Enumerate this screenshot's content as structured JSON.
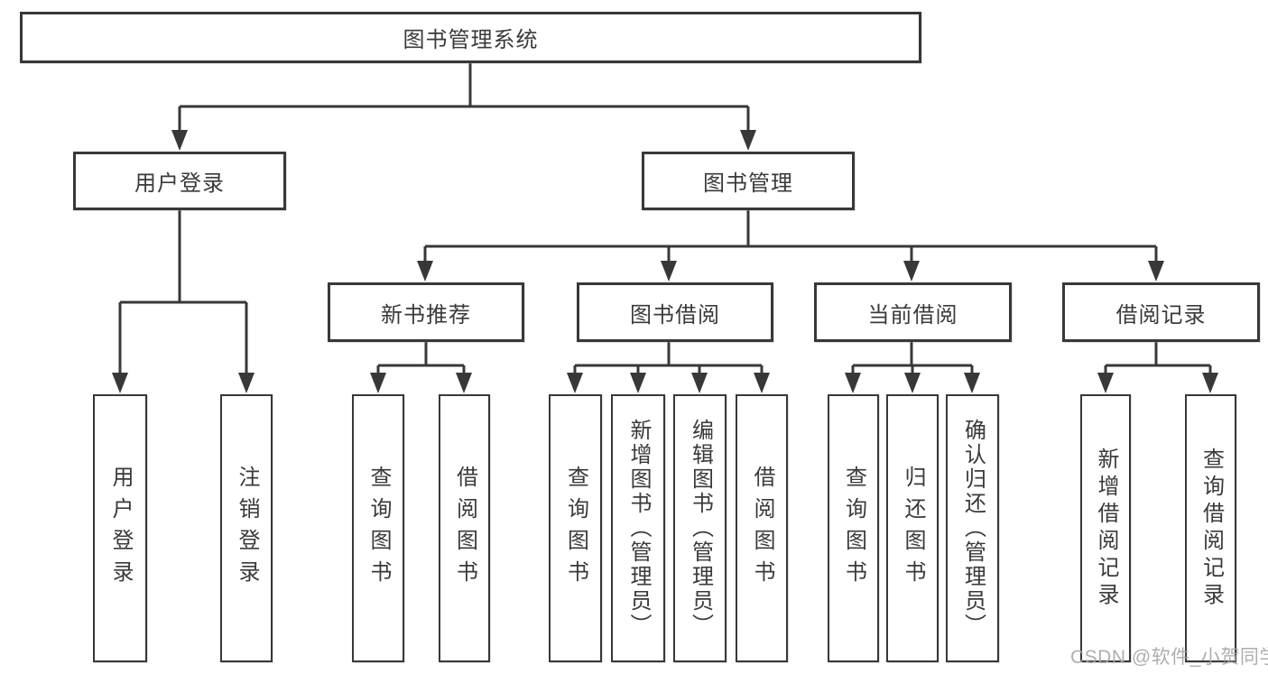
{
  "page": {
    "background": "#ffffff",
    "line_color": "#383838",
    "text_color": "#3a3a3a",
    "watermark_color": "#a6a6a6"
  },
  "watermark": {
    "text": "CSDN @软件_小贺同学"
  },
  "tree": {
    "root": {
      "label": "图书管理系统"
    },
    "level2": [
      {
        "label": "用户登录"
      },
      {
        "label": "图书管理"
      }
    ],
    "level3": [
      {
        "label": "新书推荐"
      },
      {
        "label": "图书借阅"
      },
      {
        "label": "当前借阅"
      },
      {
        "label": "借阅记录"
      }
    ],
    "leaves": {
      "user_login": [
        {
          "label": "用户登录"
        },
        {
          "label": "注销登录"
        }
      ],
      "new_book": [
        {
          "label": "查询图书"
        },
        {
          "label": "借阅图书"
        }
      ],
      "book_borrow": [
        {
          "label": "查询图书"
        },
        {
          "label": "新增图书（管理员）"
        },
        {
          "label": "编辑图书（管理员）"
        },
        {
          "label": "借阅图书"
        }
      ],
      "current_borrow": [
        {
          "label": "查询图书"
        },
        {
          "label": "归还图书"
        },
        {
          "label": "确认归还（管理员）"
        }
      ],
      "borrow_record": [
        {
          "label": "新增借阅记录"
        },
        {
          "label": "查询借阅记录"
        }
      ]
    }
  }
}
